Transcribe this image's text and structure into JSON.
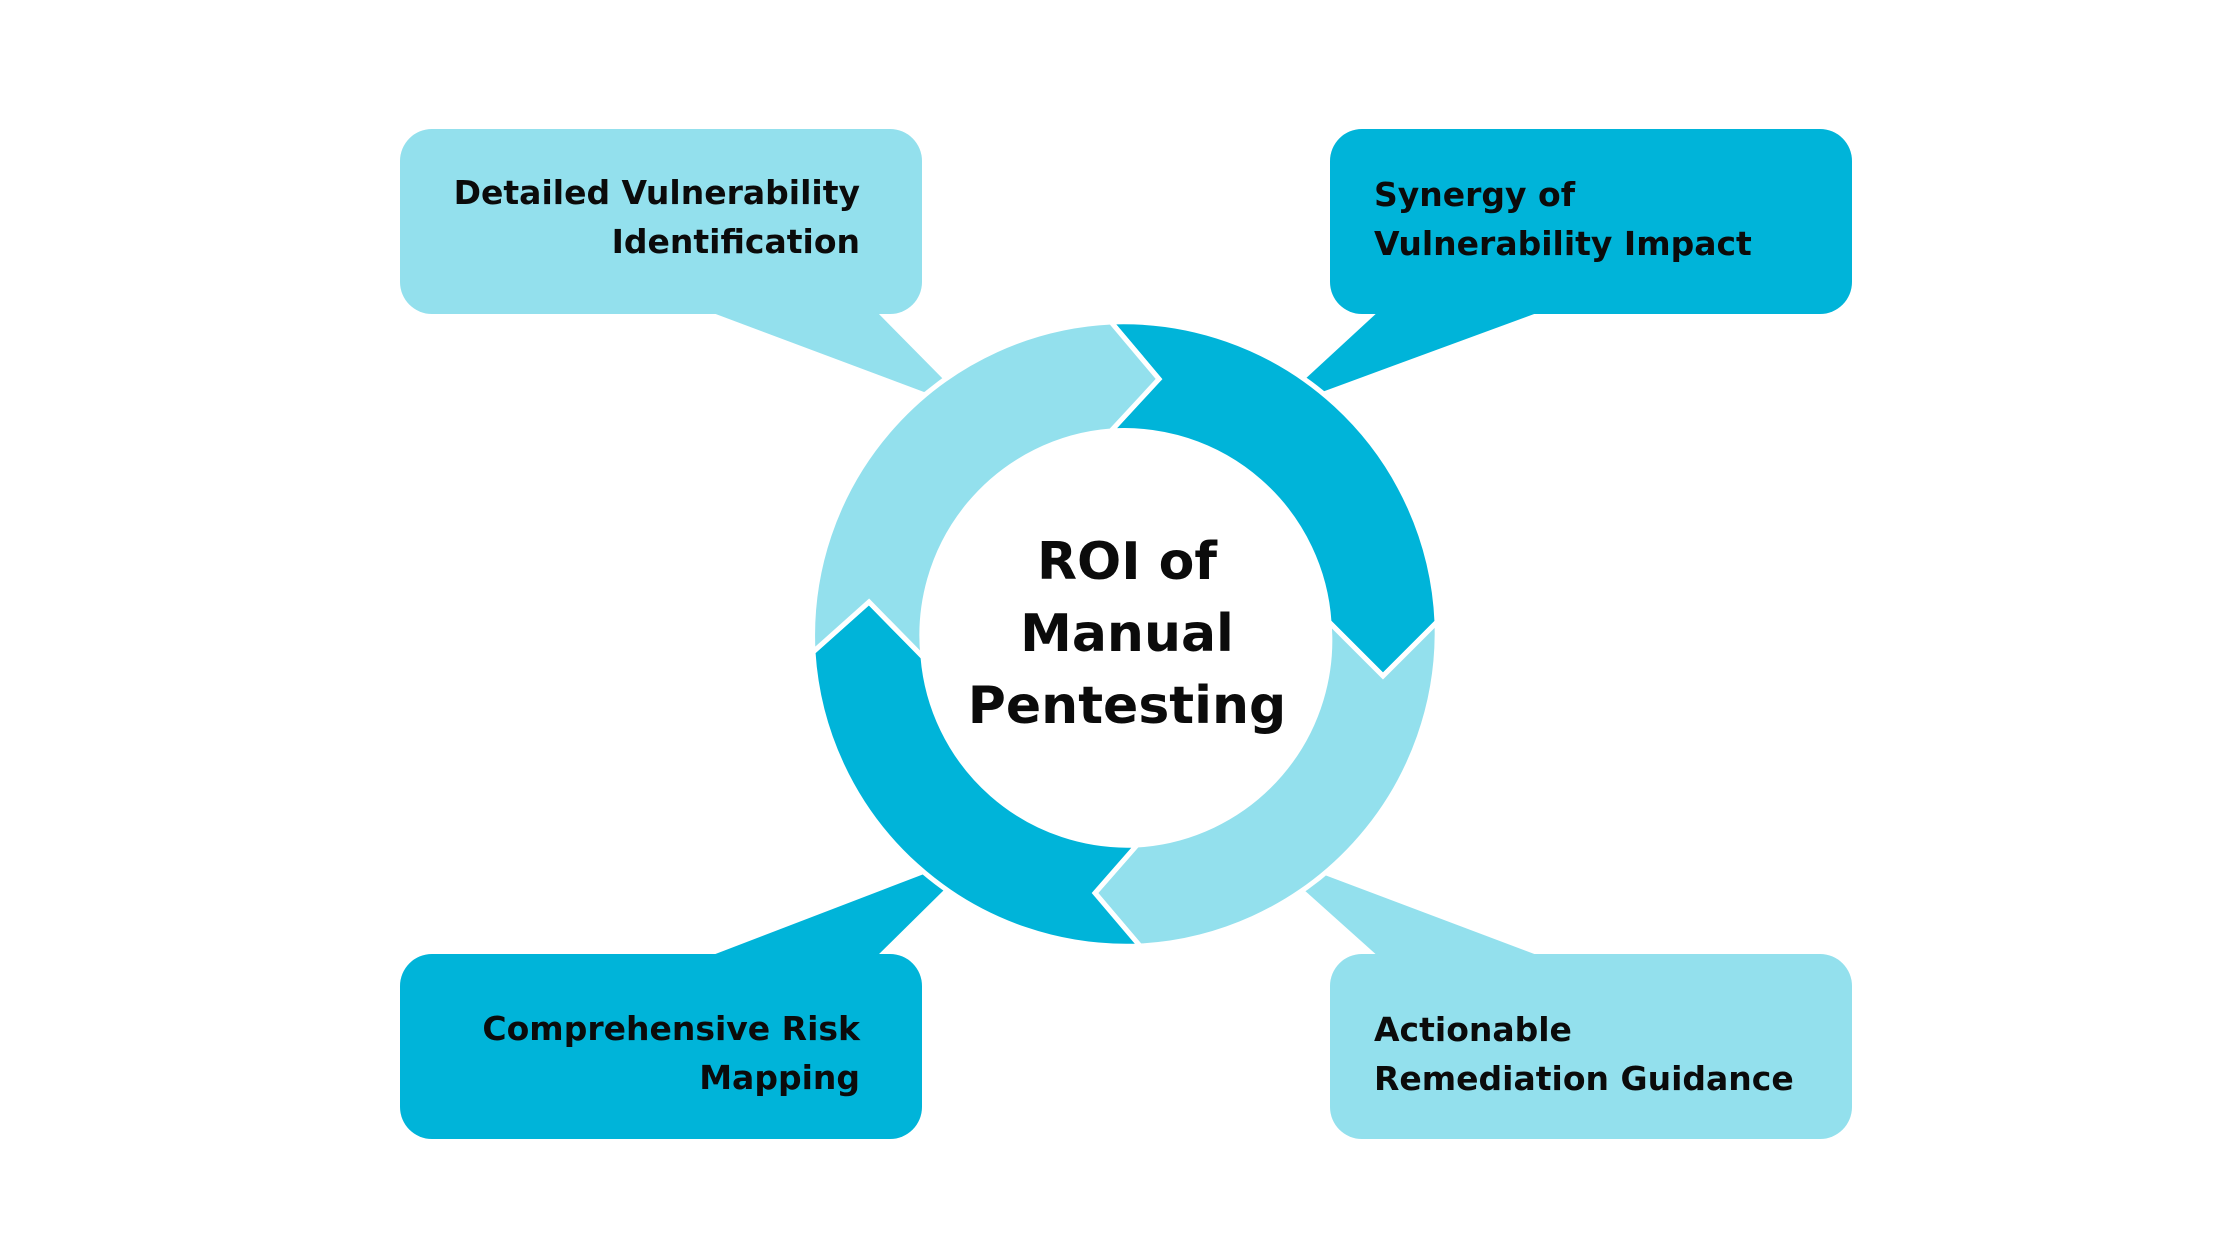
{
  "colors": {
    "light": "#93e0ed",
    "dark": "#00b4d9",
    "text": "#0b0b0b",
    "background": "#ffffff"
  },
  "center": {
    "title_lines": [
      "ROI of",
      "Manual",
      "Pentesting"
    ]
  },
  "callouts": [
    {
      "position": "top-left",
      "color": "light",
      "lines": [
        "Detailed Vulnerability",
        "Identification"
      ]
    },
    {
      "position": "top-right",
      "color": "dark",
      "lines": [
        "Synergy of",
        "Vulnerability Impact"
      ]
    },
    {
      "position": "bottom-left",
      "color": "dark",
      "lines": [
        "Comprehensive Risk",
        "Mapping"
      ]
    },
    {
      "position": "bottom-right",
      "color": "light",
      "lines": [
        "Actionable",
        "Remediation Guidance"
      ]
    }
  ]
}
